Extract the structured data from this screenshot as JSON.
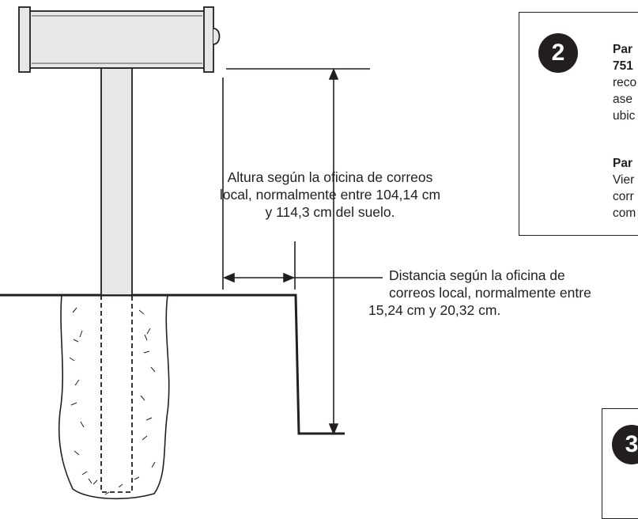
{
  "height_annotation": {
    "lines": [
      "Altura según la oficina de correos",
      "local, normalmente entre 104,14 cm",
      "y 114,3 cm del suelo."
    ]
  },
  "distance_annotation": {
    "lines": [
      "Distancia según la oficina de",
      "correos local, normalmente entre",
      "15,24 cm y 20,32 cm."
    ]
  },
  "step2": {
    "number": "2",
    "block_a": [
      "Par",
      "751",
      "reco",
      "ase",
      "ubic"
    ],
    "block_b": [
      "Par",
      "Vier",
      "corr",
      "com"
    ]
  },
  "step3": {
    "number": "3"
  },
  "colors": {
    "ink": "#231f20",
    "mailbox_fill": "#e6e7e8",
    "post_fill": "#e6e7e8"
  }
}
